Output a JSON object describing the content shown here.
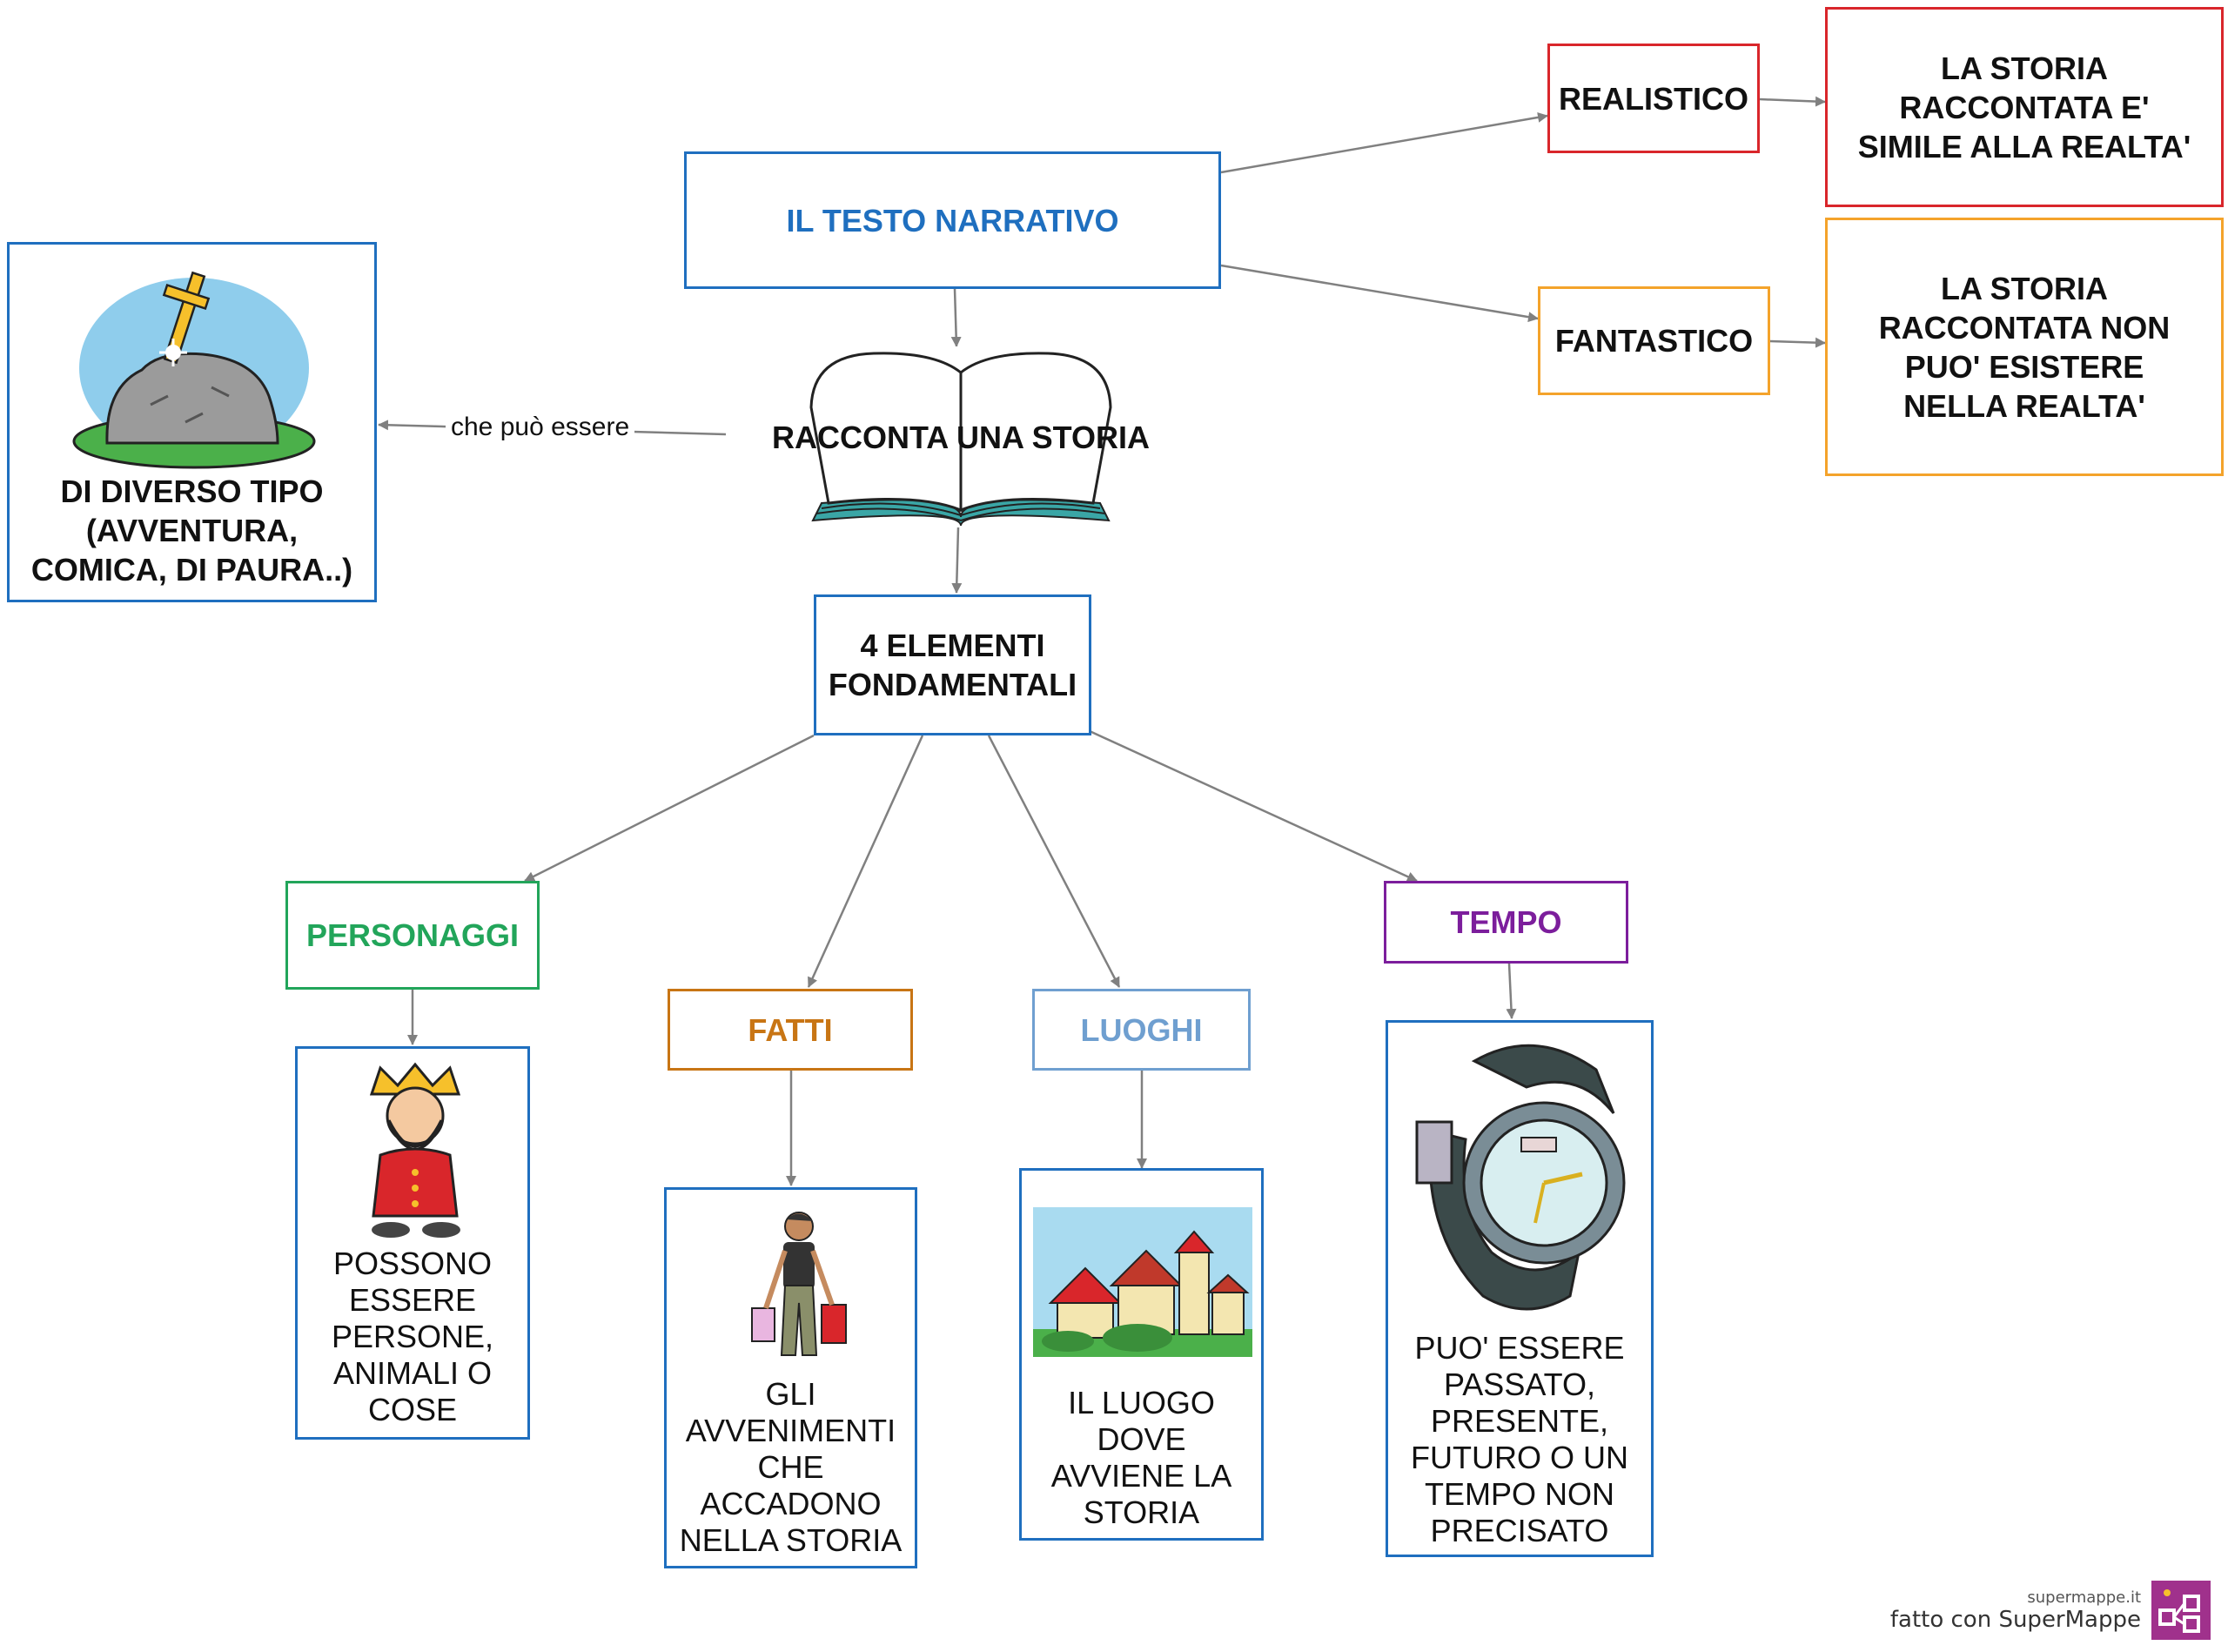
{
  "colors": {
    "blue": "#1f6fbf",
    "red": "#d9262b",
    "orange": "#f4a32b",
    "green": "#22a55a",
    "brown": "#c87514",
    "lightblue": "#6f9fd0",
    "purple": "#7c1e9c",
    "arrow": "#808080",
    "brand": "#a0318c"
  },
  "nodes": {
    "testo": {
      "text": "IL  TESTO  NARRATIVO",
      "color": "#1f6fbf"
    },
    "realistico": {
      "text": "REALISTICO"
    },
    "realistico_desc": {
      "text": "LA  STORIA\nRACCONTATA  E'\nSIMILE  ALLA  REALTA'"
    },
    "fantastico": {
      "text": "FANTASTICO"
    },
    "fantastico_desc": {
      "text": "LA  STORIA\nRACCONTATA  NON\nPUO'  ESISTERE\nNELLA  REALTA'"
    },
    "racconta": {
      "text": "RACCONTA  UNA  STORIA"
    },
    "tipo": {
      "text": "DI  DIVERSO  TIPO\n(AVVENTURA,\nCOMICA,  DI  PAURA..)"
    },
    "elementi": {
      "text": "4  ELEMENTI\nFONDAMENTALI"
    },
    "personaggi": {
      "text": "PERSONAGGI",
      "color": "#22a55a"
    },
    "fatti": {
      "text": "FATTI",
      "color": "#c87514"
    },
    "luoghi": {
      "text": "LUOGHI",
      "color": "#6f9fd0"
    },
    "tempo": {
      "text": "TEMPO",
      "color": "#7c1e9c"
    },
    "personaggi_desc": {
      "text": "POSSONO\nESSERE\nPERSONE,\nANIMALI O\nCOSE"
    },
    "fatti_desc": {
      "text": "GLI\nAVVENIMENTI\nCHE\nACCADONO\nNELLA STORIA"
    },
    "luoghi_desc": {
      "text": "IL LUOGO\nDOVE\nAVVIENE LA\nSTORIA"
    },
    "tempo_desc": {
      "text": "PUO' ESSERE\nPASSATO,\nPRESENTE,\nFUTURO O UN\nTEMPO NON\nPRECISATO"
    }
  },
  "link_label": "che può essere",
  "icons": {
    "sword": "sword-in-stone-icon",
    "book": "open-book-icon",
    "king": "king-icon",
    "shopper": "shopper-icon",
    "village": "village-icon",
    "watch": "wristwatch-icon"
  },
  "brand": {
    "site": "supermappe.it",
    "made_with": "fatto con SuperMappe"
  }
}
